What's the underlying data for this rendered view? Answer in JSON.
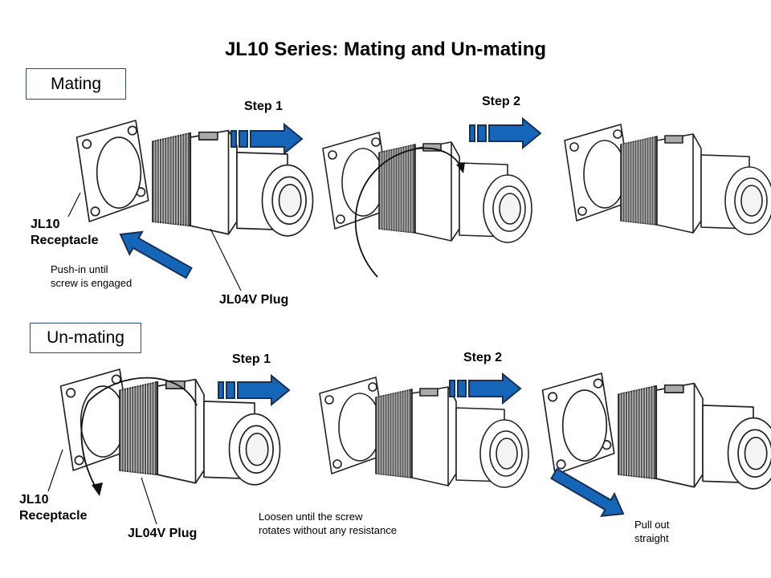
{
  "title": "JL10 Series: Mating and Un-mating",
  "colors": {
    "arrow_fill": "#1565b8",
    "arrow_outline": "#1a2f55",
    "section_border": "#2e4a7a"
  },
  "mating": {
    "section_label": "Mating",
    "step1": "Step 1",
    "step2": "Step 2",
    "receptacle_label_line1": "JL10",
    "receptacle_label_line2": "Receptacle",
    "plug_label": "JL04V Plug",
    "instruction_line1": "Push-in until",
    "instruction_line2": "screw is engaged"
  },
  "unmating": {
    "section_label": "Un-mating",
    "step1": "Step 1",
    "step2": "Step 2",
    "receptacle_label_line1": "JL10",
    "receptacle_label_line2": "Receptacle",
    "plug_label": "JL04V Plug",
    "loosen_line1": "Loosen until the screw",
    "loosen_line2": "rotates without any resistance",
    "pull_line1": "Pull out",
    "pull_line2": "straight"
  }
}
